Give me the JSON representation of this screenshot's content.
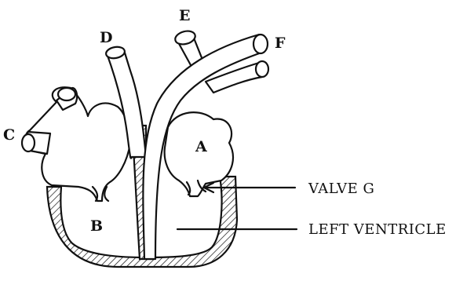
{
  "labels": {
    "A": "A",
    "B": "B",
    "C": "C",
    "D": "D",
    "E": "E",
    "F": "F"
  },
  "callouts": {
    "valve": "VALVE G",
    "ventricle": "LEFT VENTRICLE"
  },
  "colors": {
    "ink": "#111111",
    "background": "#ffffff"
  }
}
